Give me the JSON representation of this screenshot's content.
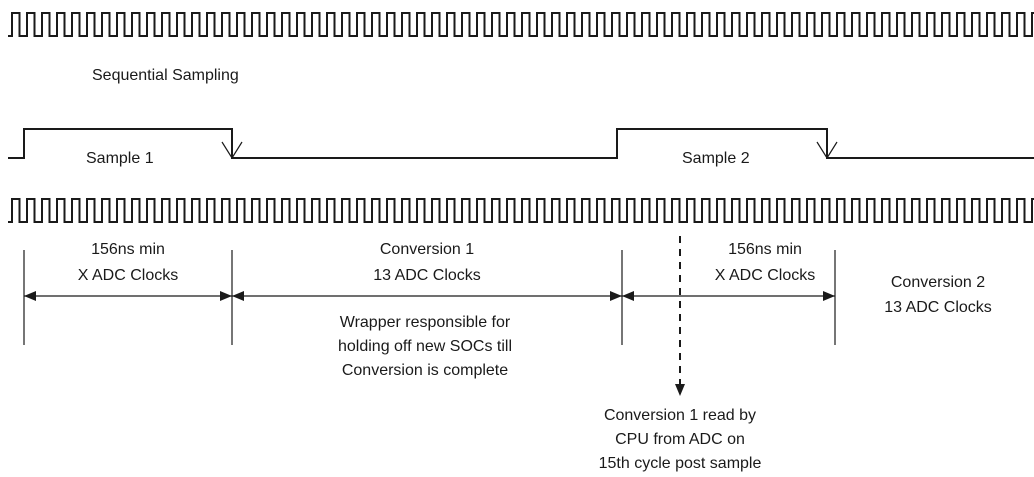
{
  "title": "Sequential Sampling",
  "sample_pulses": [
    {
      "label": "Sample 1"
    },
    {
      "label": "Sample 2"
    }
  ],
  "intervals": [
    {
      "line1": "156ns min",
      "line2": "X ADC Clocks"
    },
    {
      "line1": "Conversion 1",
      "line2": "13 ADC Clocks"
    },
    {
      "line1": "156ns min",
      "line2": "X ADC Clocks"
    },
    {
      "line1": "Conversion 2",
      "line2": "13 ADC Clocks"
    }
  ],
  "wrapper_note": {
    "line1": "Wrapper responsible for",
    "line2": "holding off new SOCs till",
    "line3": "Conversion is complete"
  },
  "read_note": {
    "line1": "Conversion 1 read by",
    "line2": "CPU from ADC on",
    "line3": "15th cycle post sample"
  }
}
